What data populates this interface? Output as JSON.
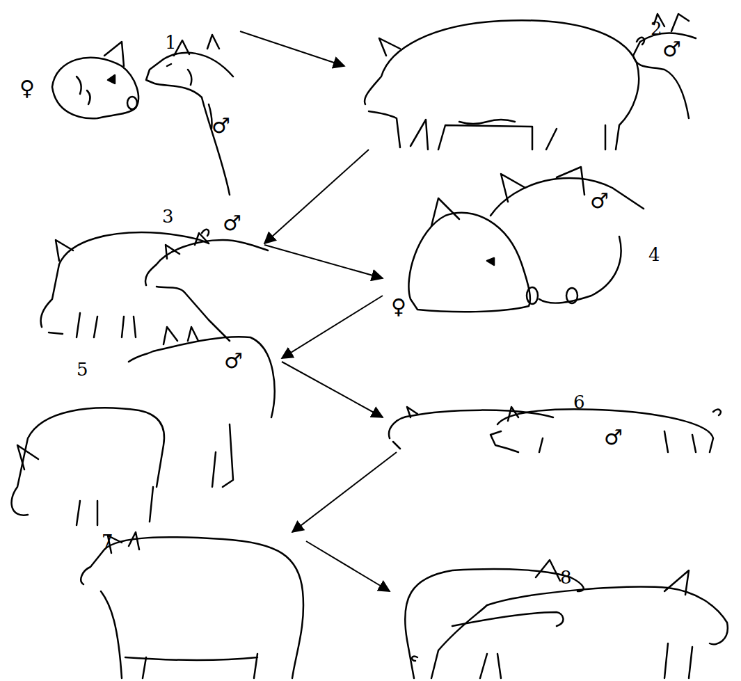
{
  "diagram": {
    "nodes": [
      {
        "text": [
          "1"
        ]
      },
      {
        "text": [
          "2"
        ]
      },
      {
        "text": [
          "3"
        ]
      },
      {
        "text": [
          "4"
        ]
      },
      {
        "text": [
          "5"
        ]
      },
      {
        "text": [
          "6"
        ]
      },
      {
        "text": [
          "7"
        ]
      },
      {
        "text": [
          "8"
        ]
      }
    ],
    "edges": [
      {
        "from": 0,
        "to": 1,
        "arrow": "to"
      },
      {
        "from": 1,
        "to": 2,
        "arrow": "to"
      },
      {
        "from": 2,
        "to": 3,
        "arrow": "to"
      },
      {
        "from": 3,
        "to": 4,
        "arrow": "to"
      },
      {
        "from": 4,
        "to": 5,
        "arrow": "to"
      },
      {
        "from": 5,
        "to": 6,
        "arrow": "to"
      },
      {
        "from": 6,
        "to": 7,
        "arrow": "to"
      }
    ],
    "labels": [
      "♀",
      "♂",
      "♂",
      "♂",
      "♂",
      "♀",
      "♂",
      "♂"
    ]
  }
}
